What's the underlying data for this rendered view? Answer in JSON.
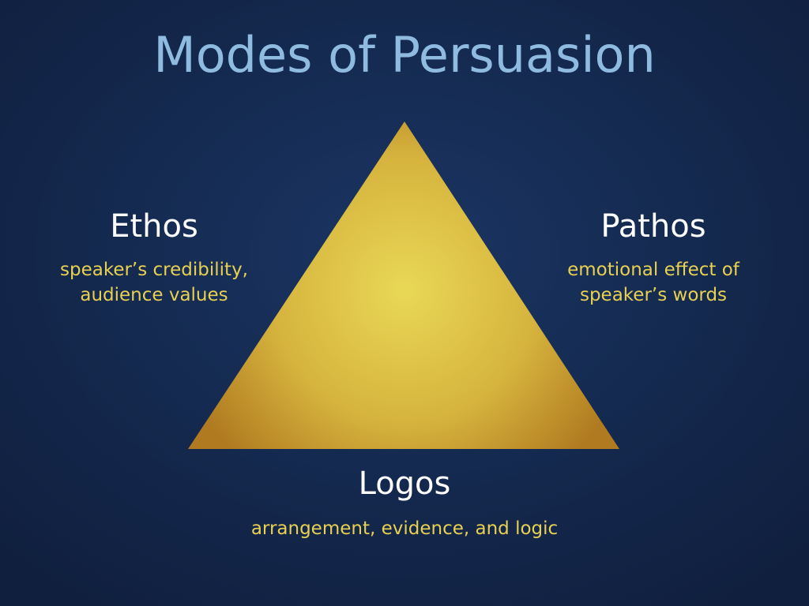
{
  "slide": {
    "title": "Modes of Persuasion",
    "colors": {
      "title": "#8fbbe0",
      "description": "#e8d050",
      "triangle_center": "#e9d856",
      "triangle_edge": "#b07a20",
      "background": "#152b52"
    },
    "modes": {
      "ethos": {
        "name": "Ethos",
        "description_lines": [
          "speaker’s credibility,",
          "audience values"
        ]
      },
      "pathos": {
        "name": "Pathos",
        "description_lines": [
          "emotional effect of",
          "speaker’s words"
        ]
      },
      "logos": {
        "name": "Logos",
        "description_lines": [
          "arrangement, evidence, and logic"
        ]
      }
    }
  }
}
